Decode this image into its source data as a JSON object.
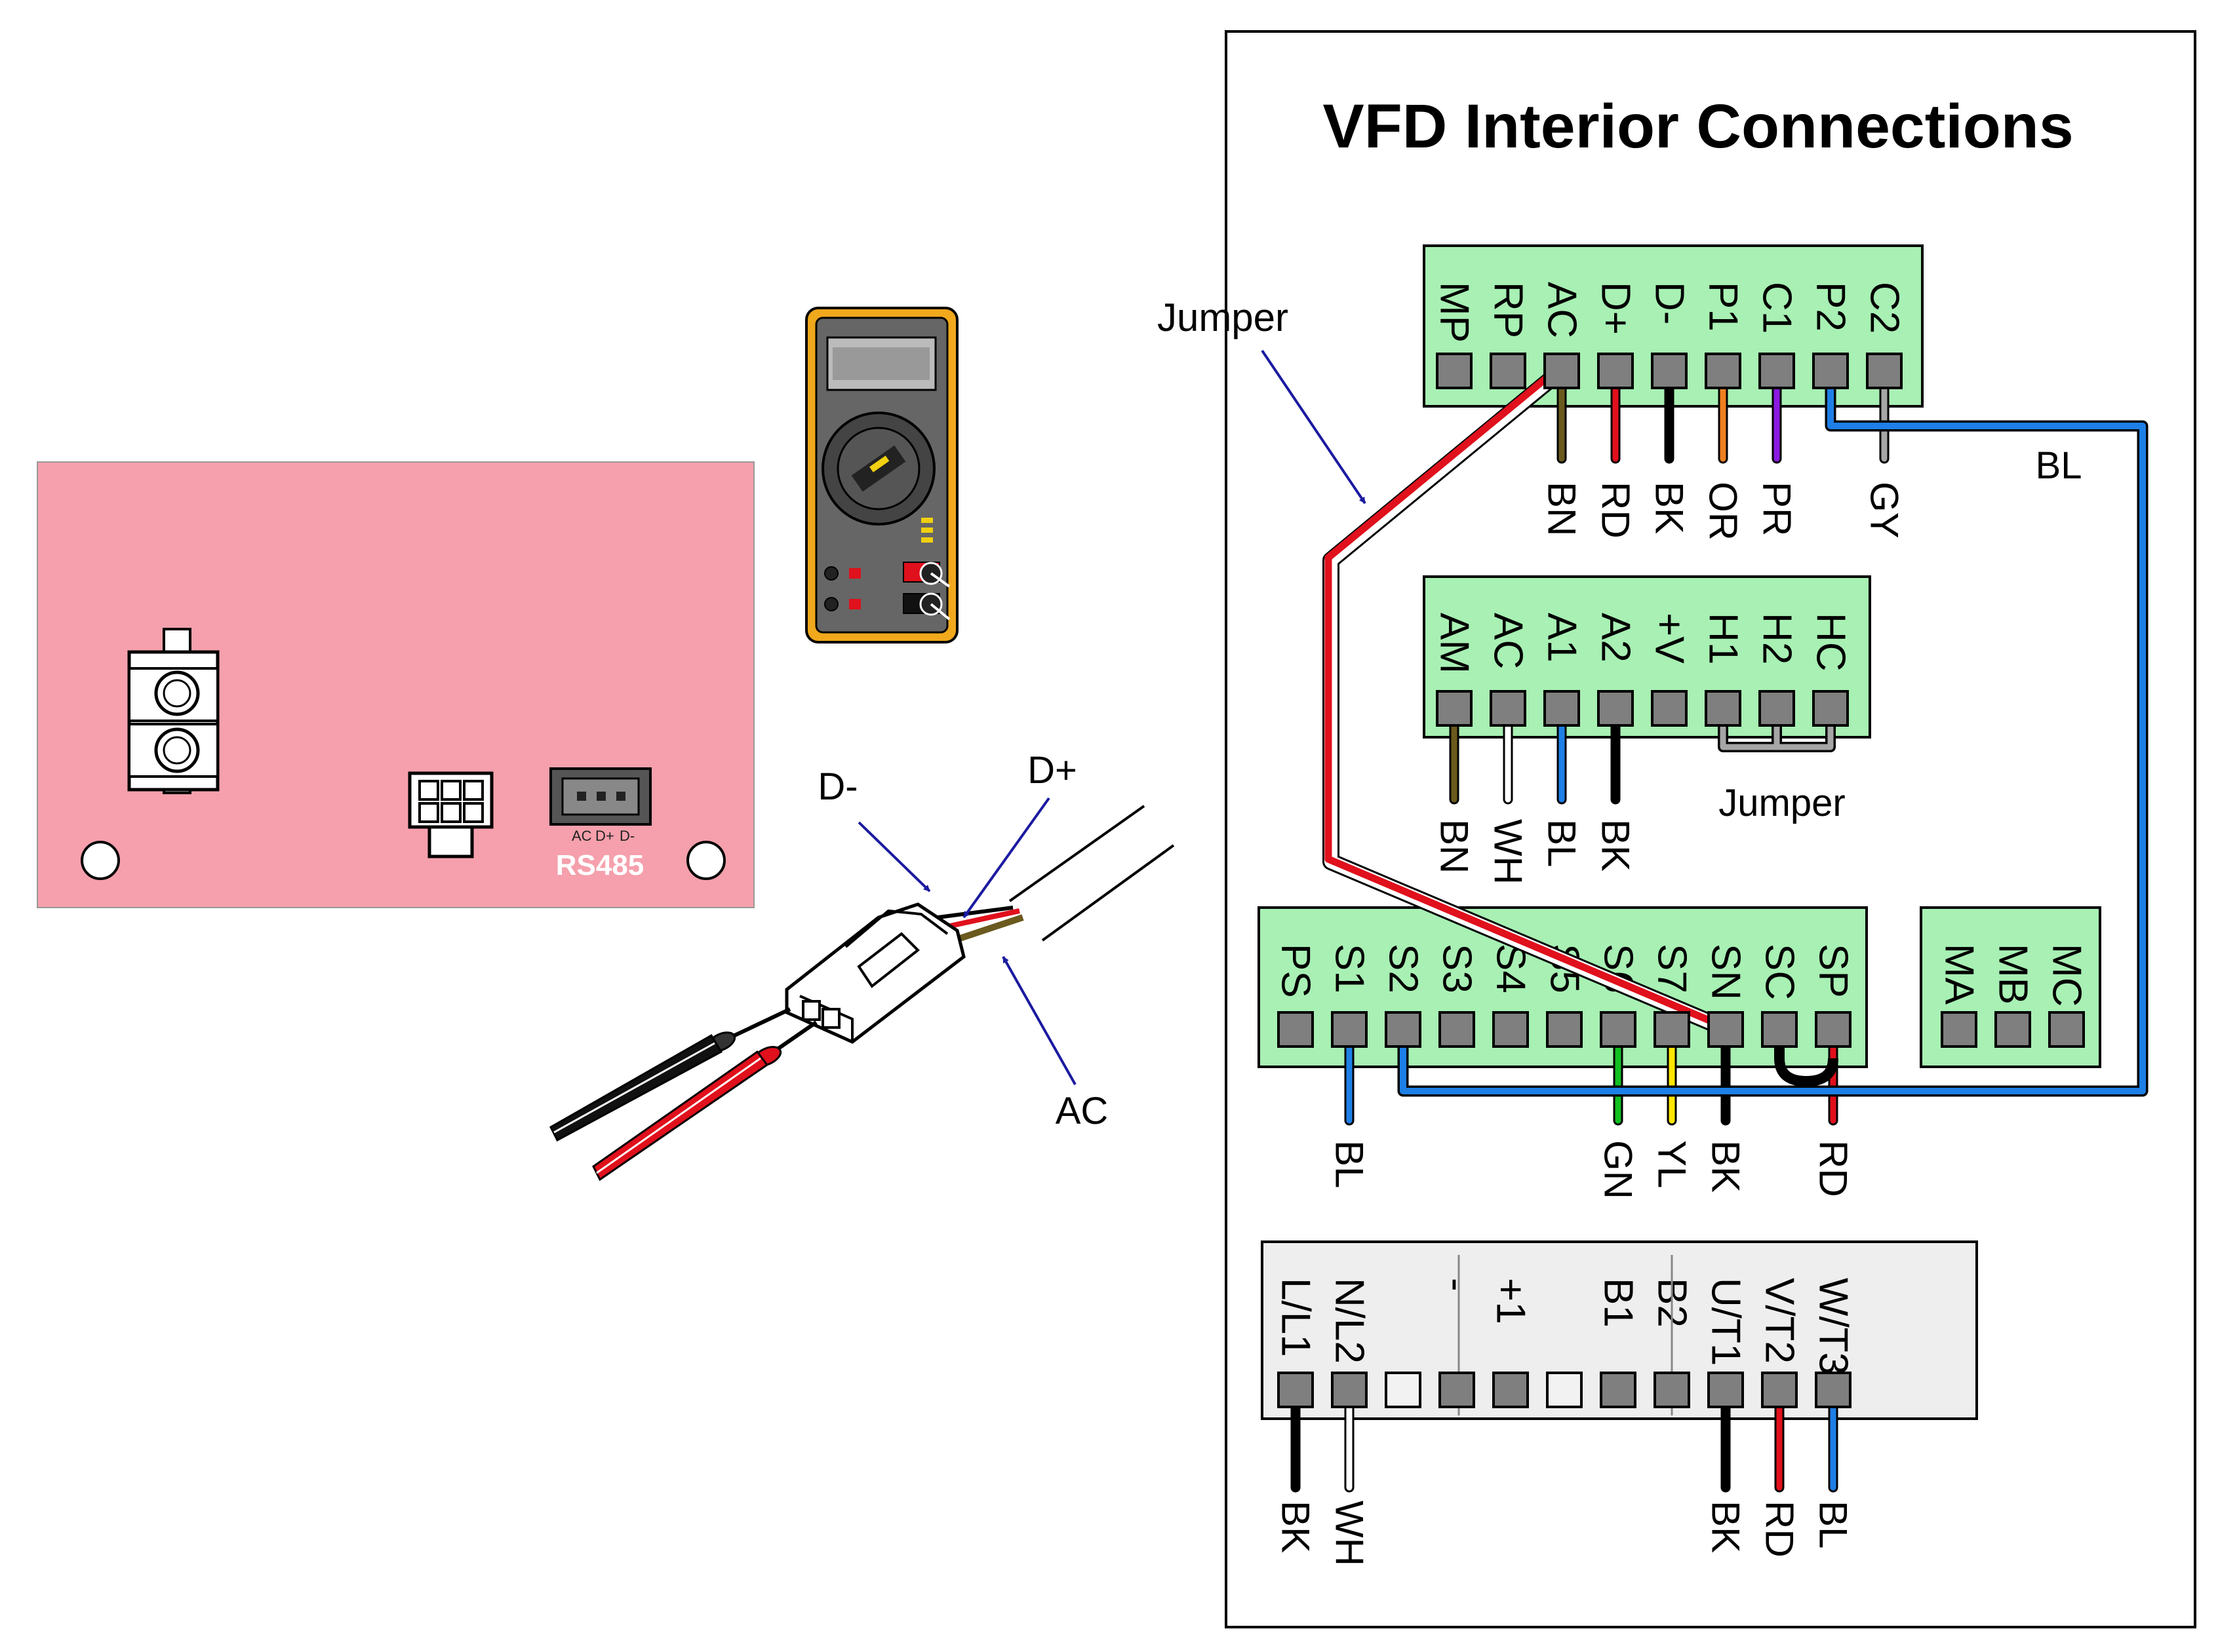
{
  "title": "VFD Interior Connections",
  "pcb": {
    "port_labels": [
      "AC",
      "D+",
      "D-"
    ],
    "name": "RS485"
  },
  "cable_callouts": {
    "dminus": "D-",
    "dplus": "D+",
    "ac": "AC"
  },
  "jumper_label": "Jumper",
  "top_block": {
    "terminals": [
      "MP",
      "RP",
      "AC",
      "D+",
      "D-",
      "P1",
      "C1",
      "P2",
      "C2"
    ],
    "wires": [
      {
        "t": "AC",
        "label": "BN",
        "color": "#6b5a1e"
      },
      {
        "t": "D+",
        "label": "RD",
        "color": "#e0101c"
      },
      {
        "t": "D-",
        "label": "BK",
        "color": "#000000"
      },
      {
        "t": "P1",
        "label": "OR",
        "color": "#f08020"
      },
      {
        "t": "C1",
        "label": "PR",
        "color": "#8a1ae0"
      },
      {
        "t": "C2",
        "label": "GY",
        "color": "#a6a6a6"
      }
    ],
    "bl_label": "BL"
  },
  "mid_block": {
    "terminals": [
      "AM",
      "AC",
      "A1",
      "A2",
      "+V",
      "H1",
      "H2",
      "HC"
    ],
    "wires": [
      {
        "t": "AM",
        "label": "BN",
        "color": "#6b5a1e"
      },
      {
        "t": "AC",
        "label": "WH",
        "color": "#ffffff"
      },
      {
        "t": "A1",
        "label": "BL",
        "color": "#1e7fe6"
      },
      {
        "t": "A2",
        "label": "BK",
        "color": "#000000"
      }
    ],
    "jumper_label": "Jumper"
  },
  "bottom_block": {
    "terminals": [
      "PS",
      "S1",
      "S2",
      "S3",
      "S4",
      "S5",
      "S6",
      "S7",
      "SN",
      "SC",
      "SP"
    ],
    "wires": [
      {
        "t": "S1",
        "label": "BL",
        "color": "#1e7fe6"
      },
      {
        "t": "S6",
        "label": "GN",
        "color": "#10c020"
      },
      {
        "t": "S7",
        "label": "YL",
        "color": "#ffe600"
      },
      {
        "t": "SN",
        "label": "BK",
        "color": "#000000"
      },
      {
        "t": "SP",
        "label": "RD",
        "color": "#e0101c"
      }
    ]
  },
  "relay_block": {
    "terminals": [
      "MA",
      "MB",
      "MC"
    ]
  },
  "power_block": {
    "terminals": [
      "L/L1",
      "N/L2",
      "",
      "-",
      "+1",
      "",
      "B1",
      "B2",
      "U/T1",
      "V/T2",
      "W/T3"
    ],
    "wires": [
      {
        "t": "L/L1",
        "label": "BK",
        "color": "#000000"
      },
      {
        "t": "N/L2",
        "label": "WH",
        "color": "#ffffff"
      },
      {
        "t": "U/T1",
        "label": "BK",
        "color": "#000000"
      },
      {
        "t": "V/T2",
        "label": "RD",
        "color": "#e0101c"
      },
      {
        "t": "W/T3",
        "label": "BL",
        "color": "#1e7fe6"
      }
    ]
  },
  "colors": {
    "terminal_block": "#a8f0b4",
    "pcb": "#f5a0ac",
    "terminal": "#7f7f7f",
    "arrow": "#1a1aa0",
    "blue_wire": "#1e7fe6",
    "jumper_red": "#e0101c"
  }
}
